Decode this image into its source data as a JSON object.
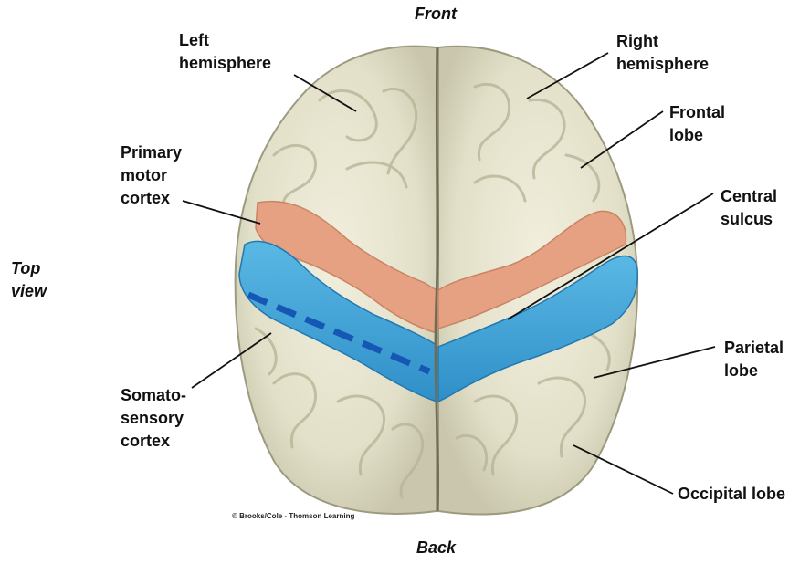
{
  "orientation": {
    "top": "Front",
    "bottom": "Back",
    "side": "Top\nview"
  },
  "labels": {
    "left_hemisphere": "Left\nhemisphere",
    "right_hemisphere": "Right\nhemisphere",
    "frontal_lobe": "Frontal\nlobe",
    "primary_motor_cortex": "Primary\nmotor\ncortex",
    "central_sulcus": "Central\nsulcus",
    "parietal_lobe": "Parietal\nlobe",
    "somatosensory_cortex": "Somato-\nsensory\ncortex",
    "occipital_lobe": "Occipital lobe"
  },
  "credit": "© Brooks/Cole - Thomson Learning",
  "colors": {
    "brain": "#e6e4cf",
    "motor_cortex": "#e6a182",
    "somatosensory_cortex": "#3fa3d6",
    "central_sulcus_dash": "#1656b4"
  }
}
